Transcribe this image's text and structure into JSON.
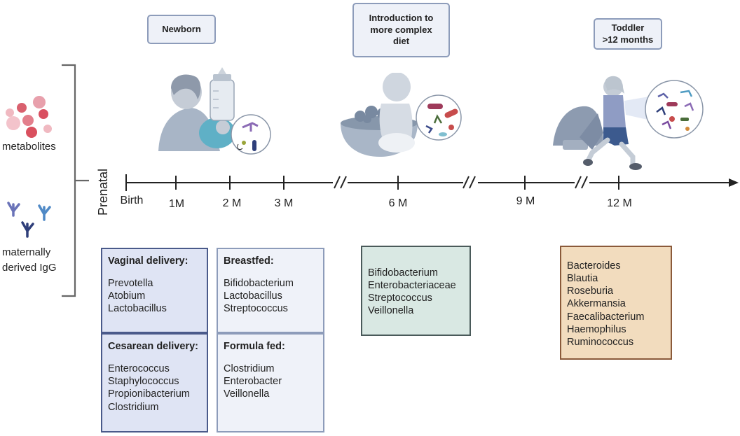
{
  "stages": {
    "newborn": "Newborn",
    "complex_diet": [
      "Introduction to",
      "more complex",
      "diet"
    ],
    "toddler": [
      "Toddler",
      ">12 months"
    ]
  },
  "left_panel": {
    "metabolites": "metabolites",
    "igg_line1": "maternally",
    "igg_line2": "derived IgG"
  },
  "timeline": {
    "prenatal": "Prenatal",
    "ticks": [
      "Birth",
      "1M",
      "2 M",
      "3 M",
      "6 M",
      "9 M",
      "12 M"
    ]
  },
  "cards": {
    "vaginal": {
      "heading": "Vaginal delivery:",
      "items": [
        "Prevotella",
        "Atobium",
        "Lactobacillus"
      ]
    },
    "cesarean": {
      "heading": "Cesarean delivery:",
      "items": [
        "Enterococcus",
        "Staphylococcus",
        "Propionibacterium",
        "Clostridium"
      ]
    },
    "breastfed": {
      "heading": "Breastfed:",
      "items": [
        "Bifidobacterium",
        "Lactobacillus",
        "Streptococcus"
      ]
    },
    "formula": {
      "heading": "Formula fed:",
      "items": [
        "Clostridium",
        "Enterobacter",
        "Veillonella"
      ]
    },
    "six_months": {
      "items": [
        "Bifidobacterium",
        "Enterobacteriaceae",
        "Streptococcus",
        "Veillonella"
      ]
    },
    "twelve_months": {
      "items": [
        "Bacteroides",
        "Blautia",
        "Roseburia",
        "Akkermansia",
        "Faecalibacterium",
        "Haemophilus",
        "Ruminococcus"
      ]
    }
  },
  "colors": {
    "delivery_card": "#dfe4f4",
    "feeding_card": "#eff2f9",
    "six_month_card": "#d9e8e3",
    "twelve_month_card": "#f2dcbe"
  },
  "icons": [
    "metabolite-dots-icon",
    "antibody-icon",
    "mother-bottle-illustration",
    "baby-bowl-illustration",
    "toddler-running-illustration",
    "microbe-magnifier-icon"
  ]
}
